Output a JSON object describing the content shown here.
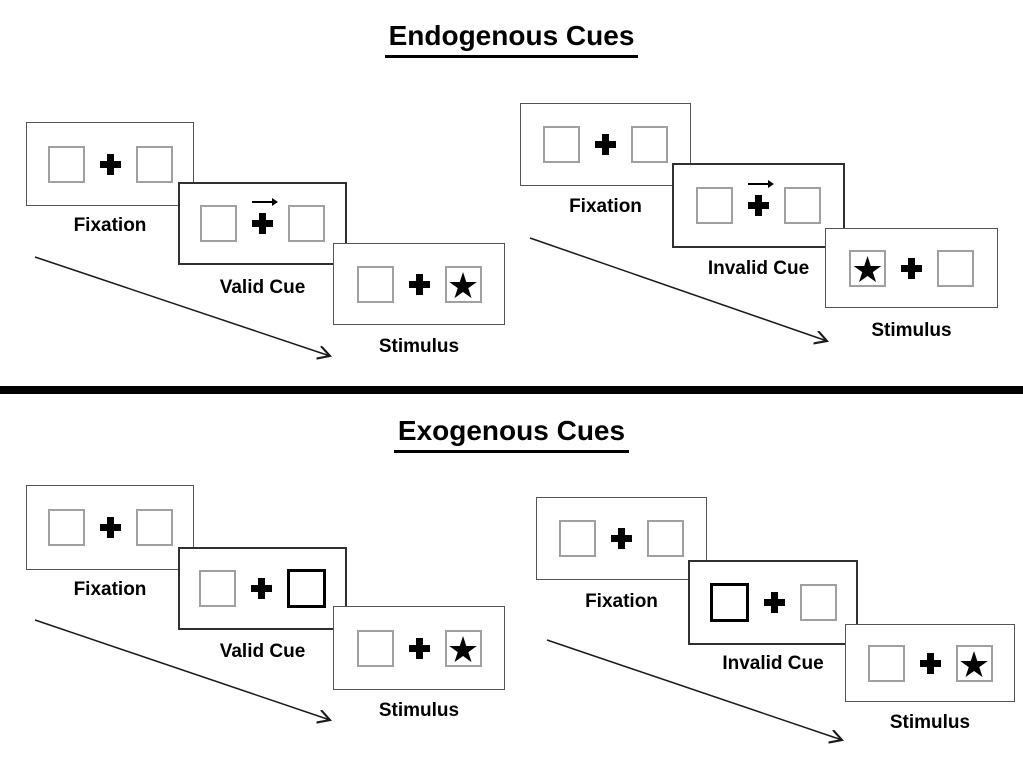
{
  "colors": {
    "ink": "#000000",
    "panel_border": "#545454",
    "square_border": "#a0a0a0",
    "cued_square_border": "#000000",
    "background": "#ffffff"
  },
  "symbols": {
    "star": "★",
    "fixation_cross": "plus-shape",
    "cue_arrow_direction": "right"
  },
  "sections": [
    {
      "name": "endogenous",
      "title": "Endogenous Cues",
      "groups": [
        {
          "name": "valid-trial",
          "cue_type": "central arrow pointing right",
          "panels": [
            {
              "label": "Fixation",
              "left_box": "",
              "right_box": "",
              "cue_arrow": false
            },
            {
              "label": "Valid Cue",
              "left_box": "",
              "right_box": "",
              "cue_arrow": true
            },
            {
              "label": "Stimulus",
              "left_box": "",
              "right_box": "★",
              "cue_arrow": false
            }
          ]
        },
        {
          "name": "invalid-trial",
          "cue_type": "central arrow pointing right",
          "panels": [
            {
              "label": "Fixation",
              "left_box": "",
              "right_box": "",
              "cue_arrow": false
            },
            {
              "label": "Invalid Cue",
              "left_box": "",
              "right_box": "",
              "cue_arrow": true
            },
            {
              "label": "Stimulus",
              "left_box": "★",
              "right_box": "",
              "cue_arrow": false
            }
          ]
        }
      ]
    },
    {
      "name": "exogenous",
      "title": "Exogenous Cues",
      "groups": [
        {
          "name": "valid-trial",
          "cue_type": "thick-border highlight on peripheral box",
          "panels": [
            {
              "label": "Fixation",
              "left_box": "",
              "right_box": "",
              "cued_box": null
            },
            {
              "label": "Valid Cue",
              "left_box": "",
              "right_box": "",
              "cued_box": "right"
            },
            {
              "label": "Stimulus",
              "left_box": "",
              "right_box": "★",
              "cued_box": null
            }
          ]
        },
        {
          "name": "invalid-trial",
          "cue_type": "thick-border highlight on peripheral box",
          "panels": [
            {
              "label": "Fixation",
              "left_box": "",
              "right_box": "",
              "cued_box": null
            },
            {
              "label": "Invalid Cue",
              "left_box": "",
              "right_box": "",
              "cued_box": "left"
            },
            {
              "label": "Stimulus",
              "left_box": "",
              "right_box": "★",
              "cued_box": null
            }
          ]
        }
      ]
    }
  ]
}
